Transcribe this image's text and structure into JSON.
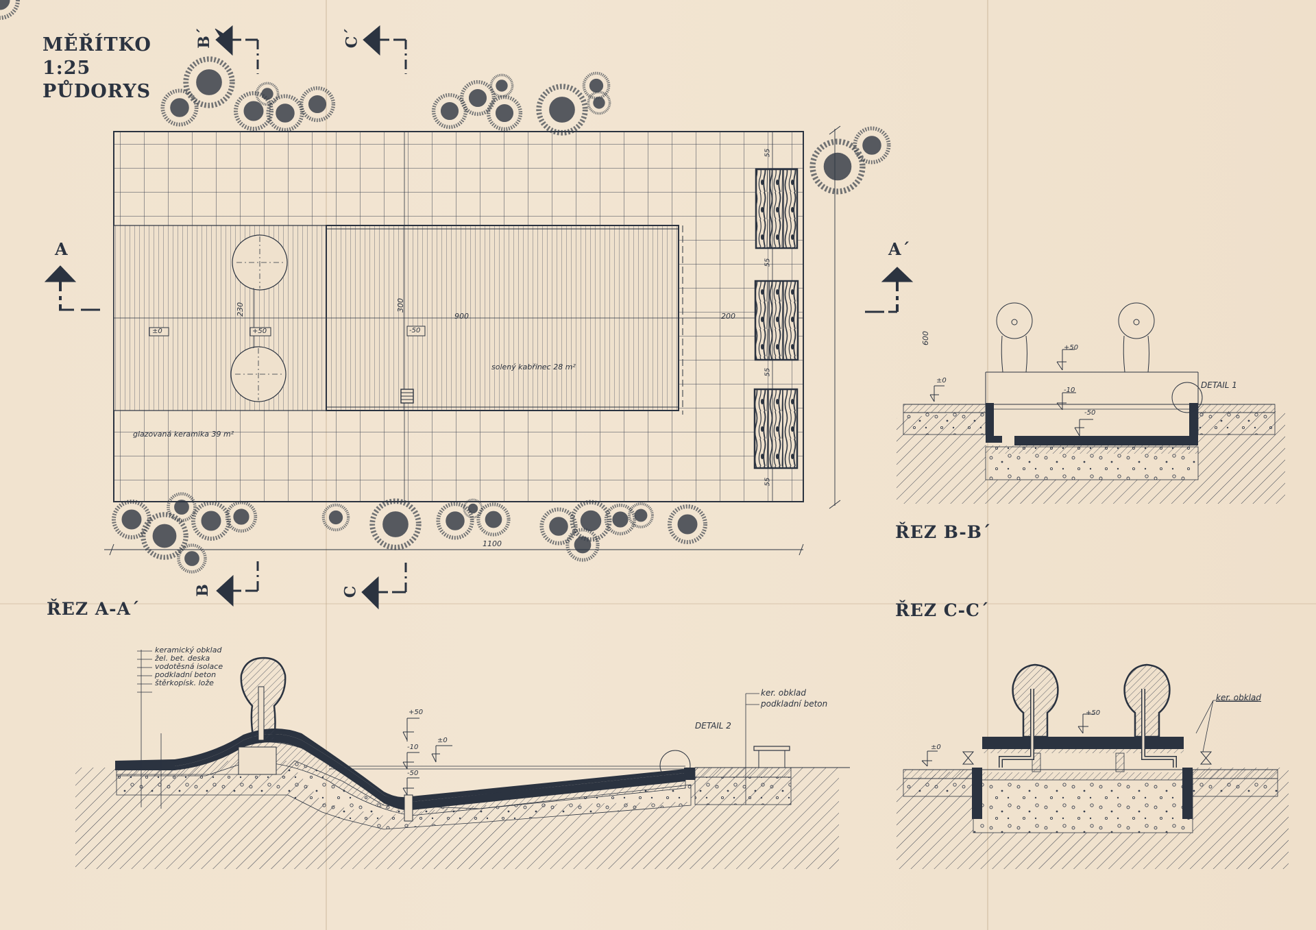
{
  "title_block": {
    "scale_label": "MĚŘÍTKO",
    "scale_value": "1:25",
    "view_label": "PŮDORYS"
  },
  "colors": {
    "paper": "#efe1cd",
    "ink": "#2b3340"
  },
  "section_markers": {
    "a": "A",
    "a_prime": "A´",
    "b_top": "B´",
    "c_top": "C´",
    "b_bottom": "B",
    "c_bottom": "C"
  },
  "plan": {
    "dim_overall_length": "1100",
    "dim_overall_width": "600",
    "dim_pool_length": "900",
    "dim_pool_width": "300",
    "dim_left_width": "230",
    "dim_right_strip": "200",
    "dim_bench_gaps": [
      "55",
      "55",
      "55",
      "55"
    ],
    "level_zero": "±0",
    "level_plus": "+50",
    "level_minus": "-50",
    "label_pool": "solený kabřinec 28 m²",
    "label_tiles": "glazovaná keramika 39 m²"
  },
  "section_aa": {
    "title": "ŘEZ A-A´",
    "layers": [
      "keramický obklad",
      "žel. bet. deska",
      "vodotěsná isolace",
      "podkladní beton",
      "štěrkopísk. lože"
    ],
    "level_plus50": "+50",
    "level_zero": "±0",
    "level_minus10": "-10",
    "level_minus50": "-50",
    "detail_label": "DETAIL 2",
    "callout_1": "ker. obklad",
    "callout_2": "podkladní beton"
  },
  "section_bb": {
    "title": "ŘEZ B-B´",
    "level_zero": "±0",
    "level_plus50": "+50",
    "level_minus10": "-10",
    "level_minus50": "-50",
    "detail_label": "DETAIL 1"
  },
  "section_cc": {
    "title": "ŘEZ C-C´",
    "level_zero": "±0",
    "level_plus50": "+50",
    "callout": "ker. obklad"
  }
}
